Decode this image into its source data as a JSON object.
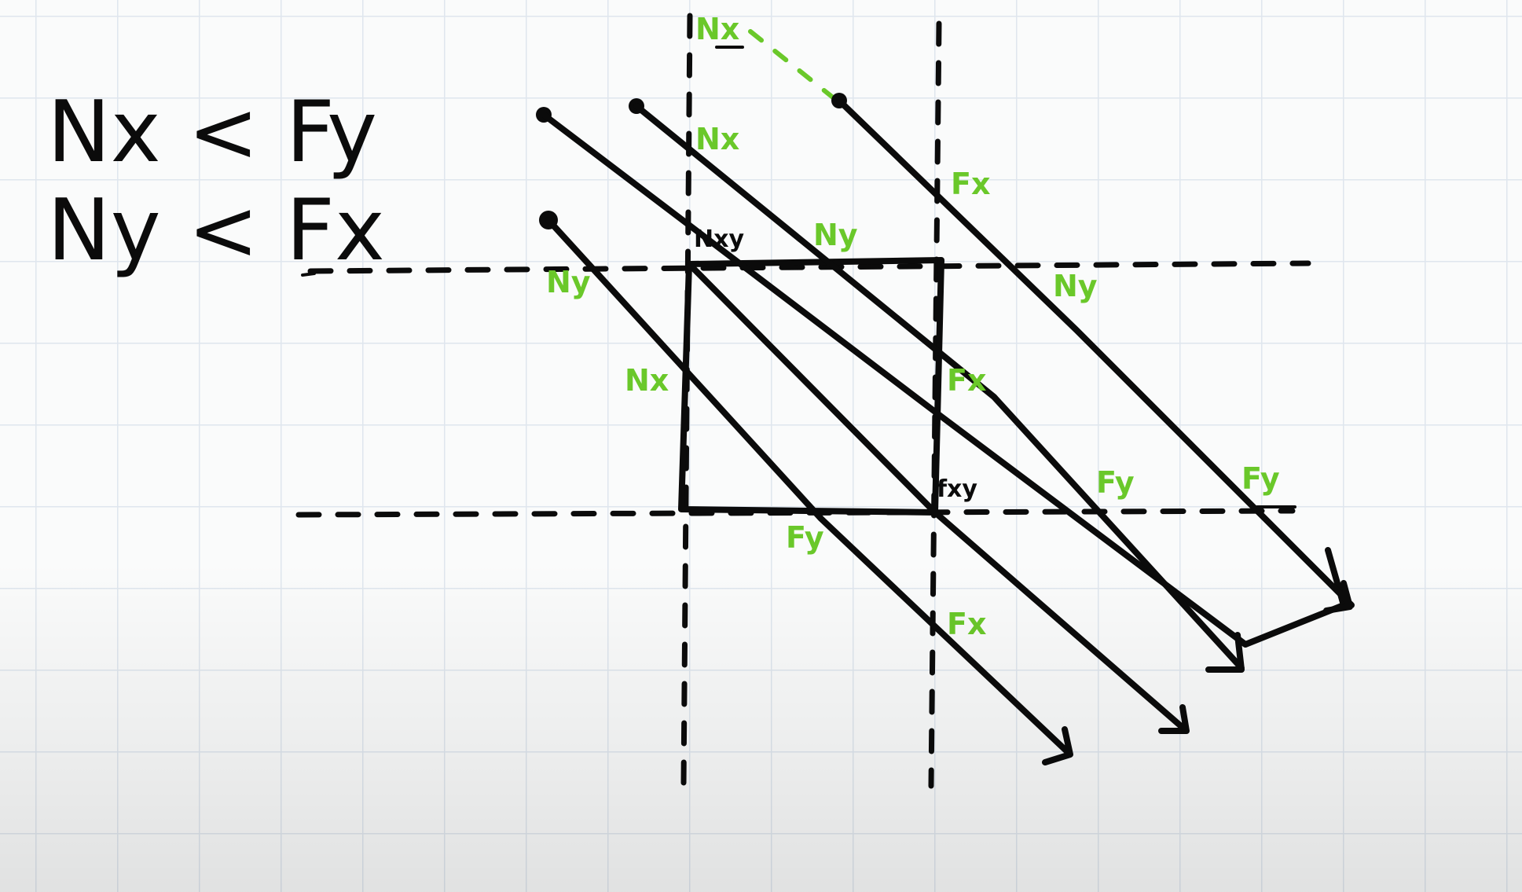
{
  "conditions": [
    "Nx < Fy",
    "Ny < Fx"
  ],
  "corner_labels": {
    "top_left": "Nxy",
    "bottom_right": "fxy"
  },
  "labels": {
    "nx_top_dashed": "Nx",
    "nx_top": "Nx",
    "fx_top_right": "Fx",
    "ny_top_edge": "Ny",
    "ny_left_start": "Ny",
    "ny_right": "Ny",
    "nx_left_edge": "Nx",
    "fx_right_edge": "Fx",
    "fy_bottom_edge": "Fy",
    "fx_bottom": "Fx",
    "fy_right_1": "Fy",
    "fy_right_2": "Fy"
  },
  "colors": {
    "ink": "#0b0b0b",
    "green": "#6ac82a",
    "grid": "#dfe6ee"
  }
}
